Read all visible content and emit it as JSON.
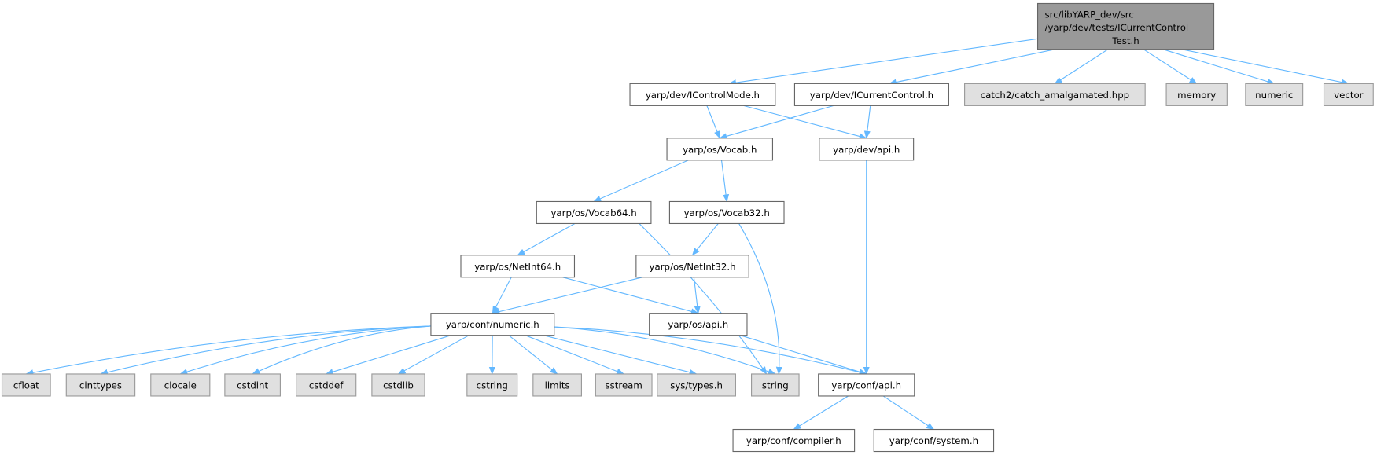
{
  "graph": {
    "title_lines": [
      "src/libYARP_dev/src",
      "/yarp/dev/tests/ICurrentControl",
      "Test.h"
    ],
    "colors": {
      "edge": "#63b8ff",
      "root_fill": "#999999",
      "root_stroke": "#666666",
      "external_fill": "#e0e0e0",
      "external_stroke": "#999999",
      "node_fill": "#ffffff",
      "node_stroke": "#666666"
    },
    "nodes": {
      "root": {
        "label": "src/libYARP_dev/src/yarp/dev/tests/ICurrentControlTest.h",
        "kind": "root"
      },
      "icontrolmode": {
        "label": "yarp/dev/IControlMode.h",
        "kind": "node"
      },
      "icurrentcontrol": {
        "label": "yarp/dev/ICurrentControl.h",
        "kind": "node"
      },
      "catch2": {
        "label": "catch2/catch_amalgamated.hpp",
        "kind": "external"
      },
      "memory": {
        "label": "memory",
        "kind": "external"
      },
      "numeric": {
        "label": "numeric",
        "kind": "external"
      },
      "vector": {
        "label": "vector",
        "kind": "external"
      },
      "vocab": {
        "label": "yarp/os/Vocab.h",
        "kind": "node"
      },
      "devapi": {
        "label": "yarp/dev/api.h",
        "kind": "node"
      },
      "vocab64": {
        "label": "yarp/os/Vocab64.h",
        "kind": "node"
      },
      "vocab32": {
        "label": "yarp/os/Vocab32.h",
        "kind": "node"
      },
      "netint64": {
        "label": "yarp/os/NetInt64.h",
        "kind": "node"
      },
      "netint32": {
        "label": "yarp/os/NetInt32.h",
        "kind": "node"
      },
      "confnumeric": {
        "label": "yarp/conf/numeric.h",
        "kind": "node"
      },
      "osapi": {
        "label": "yarp/os/api.h",
        "kind": "node"
      },
      "cfloat": {
        "label": "cfloat",
        "kind": "external"
      },
      "cinttypes": {
        "label": "cinttypes",
        "kind": "external"
      },
      "clocale": {
        "label": "clocale",
        "kind": "external"
      },
      "cstdint": {
        "label": "cstdint",
        "kind": "external"
      },
      "cstddef": {
        "label": "cstddef",
        "kind": "external"
      },
      "cstdlib": {
        "label": "cstdlib",
        "kind": "external"
      },
      "cstring": {
        "label": "cstring",
        "kind": "external"
      },
      "limits": {
        "label": "limits",
        "kind": "external"
      },
      "sstream": {
        "label": "sstream",
        "kind": "external"
      },
      "systypes": {
        "label": "sys/types.h",
        "kind": "external"
      },
      "string": {
        "label": "string",
        "kind": "external"
      },
      "confapi": {
        "label": "yarp/conf/api.h",
        "kind": "node"
      },
      "compiler": {
        "label": "yarp/conf/compiler.h",
        "kind": "node"
      },
      "system": {
        "label": "yarp/conf/system.h",
        "kind": "node"
      }
    },
    "edges": [
      [
        "root",
        "icontrolmode"
      ],
      [
        "root",
        "icurrentcontrol"
      ],
      [
        "root",
        "catch2"
      ],
      [
        "root",
        "memory"
      ],
      [
        "root",
        "numeric"
      ],
      [
        "root",
        "vector"
      ],
      [
        "icontrolmode",
        "vocab"
      ],
      [
        "icontrolmode",
        "devapi"
      ],
      [
        "icurrentcontrol",
        "vocab"
      ],
      [
        "icurrentcontrol",
        "devapi"
      ],
      [
        "vocab",
        "vocab64"
      ],
      [
        "vocab",
        "vocab32"
      ],
      [
        "devapi",
        "confapi"
      ],
      [
        "vocab64",
        "netint64"
      ],
      [
        "vocab64",
        "string"
      ],
      [
        "vocab32",
        "netint32"
      ],
      [
        "vocab32",
        "string"
      ],
      [
        "netint64",
        "confnumeric"
      ],
      [
        "netint64",
        "osapi"
      ],
      [
        "netint32",
        "confnumeric"
      ],
      [
        "netint32",
        "osapi"
      ],
      [
        "confnumeric",
        "cfloat"
      ],
      [
        "confnumeric",
        "cinttypes"
      ],
      [
        "confnumeric",
        "clocale"
      ],
      [
        "confnumeric",
        "cstdint"
      ],
      [
        "confnumeric",
        "cstddef"
      ],
      [
        "confnumeric",
        "cstdlib"
      ],
      [
        "confnumeric",
        "cstring"
      ],
      [
        "confnumeric",
        "limits"
      ],
      [
        "confnumeric",
        "sstream"
      ],
      [
        "confnumeric",
        "systypes"
      ],
      [
        "confnumeric",
        "string"
      ],
      [
        "confnumeric",
        "confapi"
      ],
      [
        "osapi",
        "confapi"
      ],
      [
        "confapi",
        "compiler"
      ],
      [
        "confapi",
        "system"
      ]
    ]
  }
}
